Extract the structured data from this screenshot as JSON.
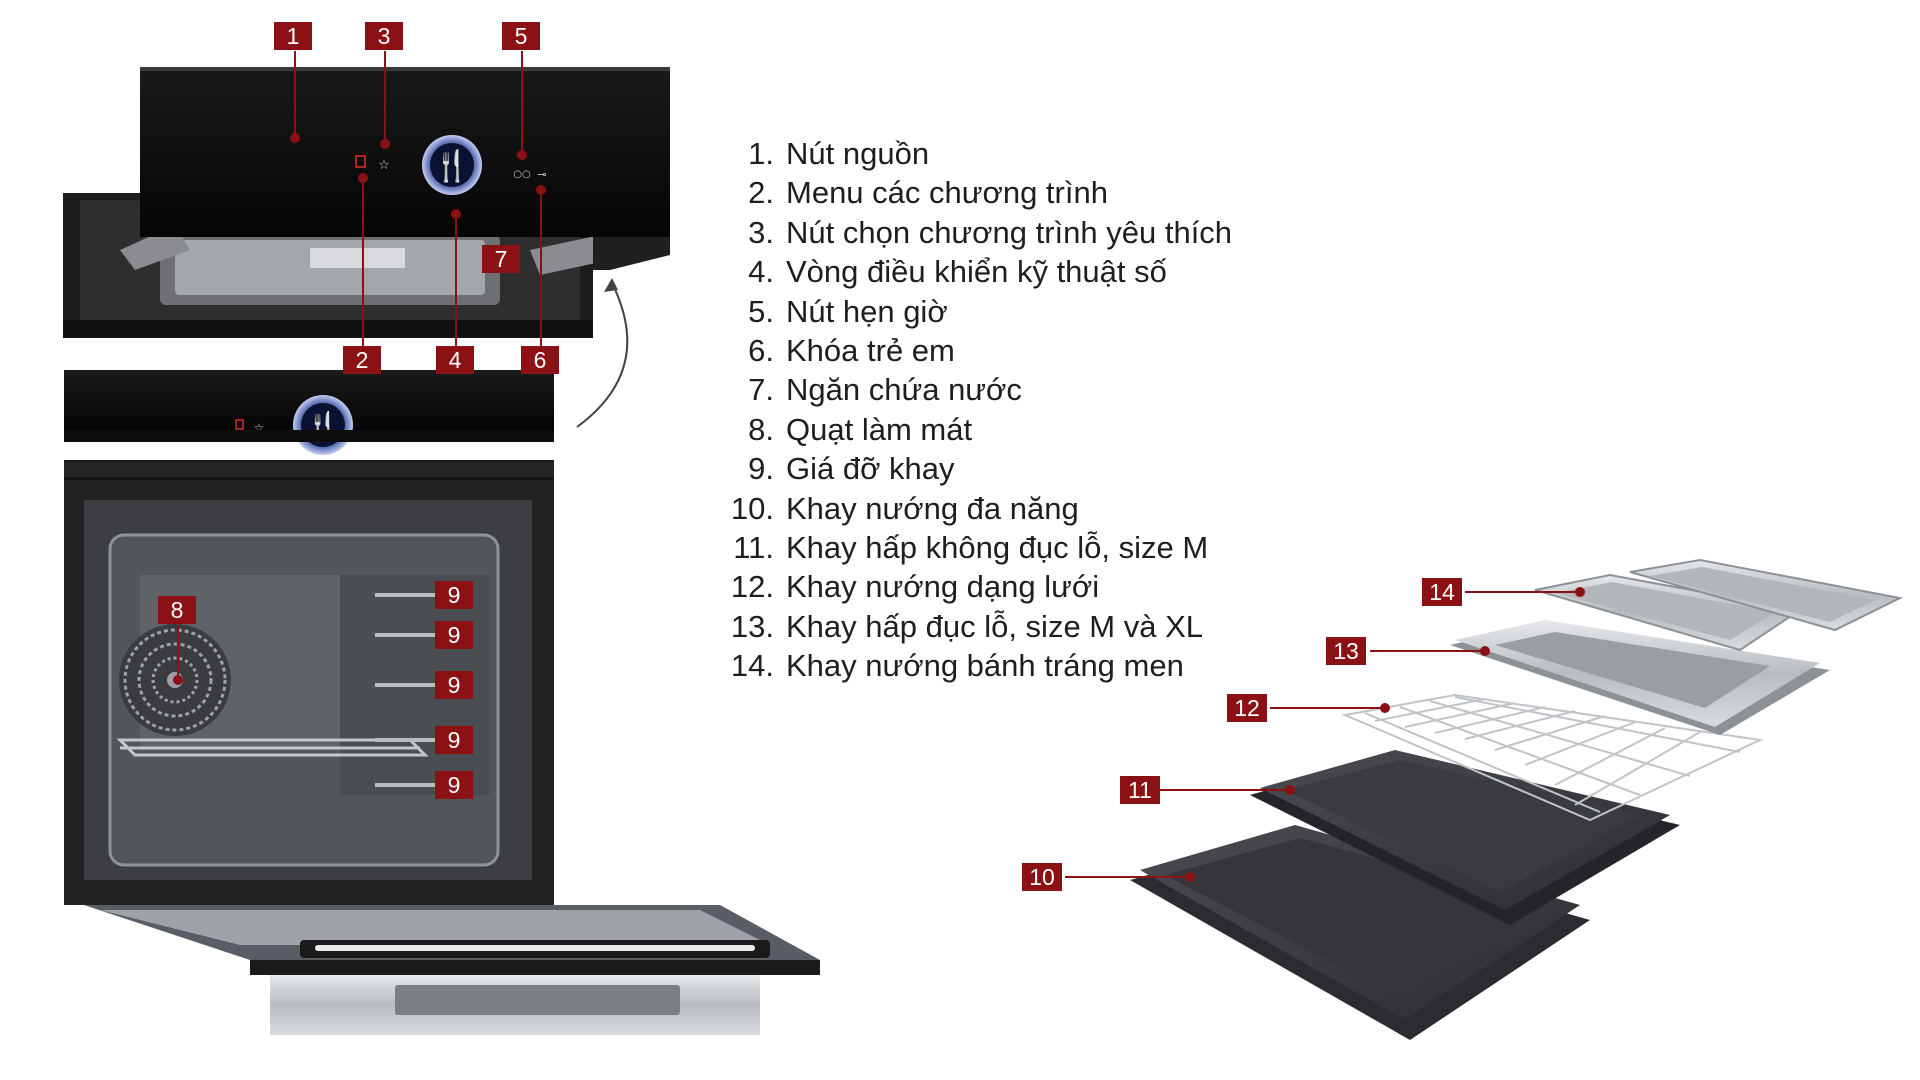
{
  "badges": {
    "b1": "1",
    "b2": "2",
    "b3": "3",
    "b4": "4",
    "b5": "5",
    "b6": "6",
    "b7": "7",
    "b8": "8",
    "b9": "9",
    "b10": "10",
    "b11": "11",
    "b12": "12",
    "b13": "13",
    "b14": "14"
  },
  "legend": [
    {
      "num": "1.",
      "text": "Nút nguồn"
    },
    {
      "num": "2.",
      "text": "Menu các chương trình"
    },
    {
      "num": "3.",
      "text": "Nút chọn chương trình yêu thích"
    },
    {
      "num": "4.",
      "text": "Vòng điều khiển kỹ thuật số"
    },
    {
      "num": "5.",
      "text": "Nút hẹn giờ"
    },
    {
      "num": "6.",
      "text": "Khóa trẻ em"
    },
    {
      "num": "7.",
      "text": "Ngăn chứa nước"
    },
    {
      "num": "8.",
      "text": "Quạt làm mát"
    },
    {
      "num": "9.",
      "text": "Giá đỡ khay"
    },
    {
      "num": "10.",
      "text": "Khay nướng đa năng"
    },
    {
      "num": "11.",
      "text": "Khay hấp không đục lỗ, size M"
    },
    {
      "num": "12.",
      "text": "Khay nướng dạng lưới"
    },
    {
      "num": "13.",
      "text": "Khay hấp đục lỗ, size M và XL"
    },
    {
      "num": "14.",
      "text": "Khay nướng bánh tráng men"
    }
  ],
  "colors": {
    "badge": "#8b1115",
    "text": "#1e1e1e",
    "oven_glass": "#0c0c0c",
    "steel": "#c9ccce",
    "enamel": "#3b3d41"
  },
  "icons": [
    "power-icon",
    "star-icon",
    "cutlery-icon",
    "timer-icon",
    "key-icon",
    "curved-arrow-icon"
  ]
}
